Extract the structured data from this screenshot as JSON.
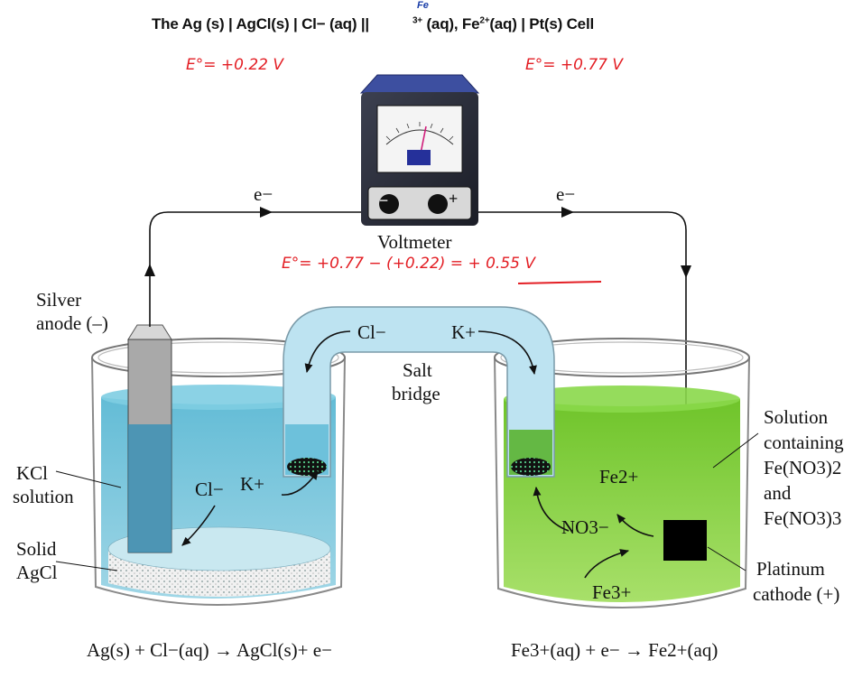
{
  "title": {
    "main": "The Ag (s)  |  AgCl(s)  |  Cl− (aq)  ||",
    "annotation": "Fe",
    "fe_charge": "3+",
    "rest_pre": " (aq), Fe",
    "rest_charge": "2+",
    "rest_post": "(aq)  |  Pt(s) Cell"
  },
  "handwritten": {
    "e_left": "E°= +0.22 V",
    "e_right": "E°= +0.77 V",
    "e_cell_prefix": "E°= +0.77 − (+0.22) = ",
    "e_cell_result": "+ 0.55 V"
  },
  "labels": {
    "voltmeter": "Voltmeter",
    "electron_left": "e−",
    "electron_right": "e−",
    "silver_anode_1": "Silver",
    "silver_anode_2": "anode (–)",
    "kcl_1": "KCl",
    "kcl_2": "solution",
    "solid_agcl_1": "Solid",
    "solid_agcl_2": "AgCl",
    "salt_bridge_1": "Salt",
    "salt_bridge_2": "bridge",
    "bridge_cl": "Cl−",
    "bridge_k": "K+",
    "left_cl": "Cl−",
    "left_k": "K+",
    "solution_1": "Solution",
    "solution_2": "containing",
    "solution_3": "Fe(NO3)2",
    "solution_4": "and",
    "solution_5": "Fe(NO3)3",
    "right_fe2": "Fe2+",
    "right_no3": "NO3−",
    "right_fe3": "Fe3+",
    "platinum_1": "Platinum",
    "platinum_2": "cathode (+)",
    "meter_minus": "−",
    "meter_plus": "+"
  },
  "equations": {
    "left": "Ag(s) + Cl−(aq) → AgCl(s)+ e−",
    "right": "Fe3+(aq) + e− → Fe2+(aq)"
  },
  "colors": {
    "left_solution": "#6fc6dc",
    "right_solution": "#86d23a",
    "bridge_fill": "#b9e2f0",
    "voltmeter_body": "#2a2d3a",
    "handwriting": "#e31e24",
    "electrode_silver": "#a9a9a9",
    "electrode_platinum": "#000000"
  }
}
